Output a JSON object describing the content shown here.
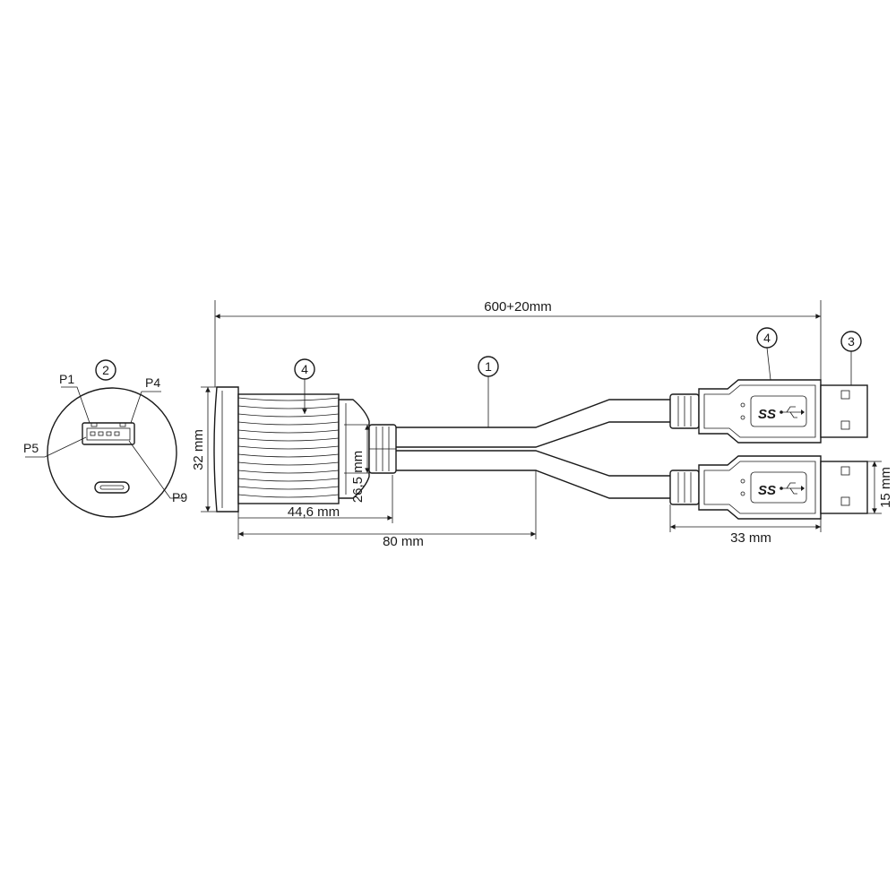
{
  "dimensions": {
    "total_length": "600+20mm",
    "socket_diameter": "32 mm",
    "socket_length": "44,6 mm",
    "thread_diameter": "26,5 mm",
    "split_length": "80 mm",
    "plug_length": "33 mm",
    "plug_width": "15 mm"
  },
  "callouts": {
    "cable": "1",
    "front_view": "2",
    "usb_plug_tip": "3",
    "housing_socket": "4",
    "housing_plug": "4"
  },
  "pins": {
    "p1": "P1",
    "p4": "P4",
    "p5": "P5",
    "p9": "P9"
  },
  "plug_logo": "SS"
}
